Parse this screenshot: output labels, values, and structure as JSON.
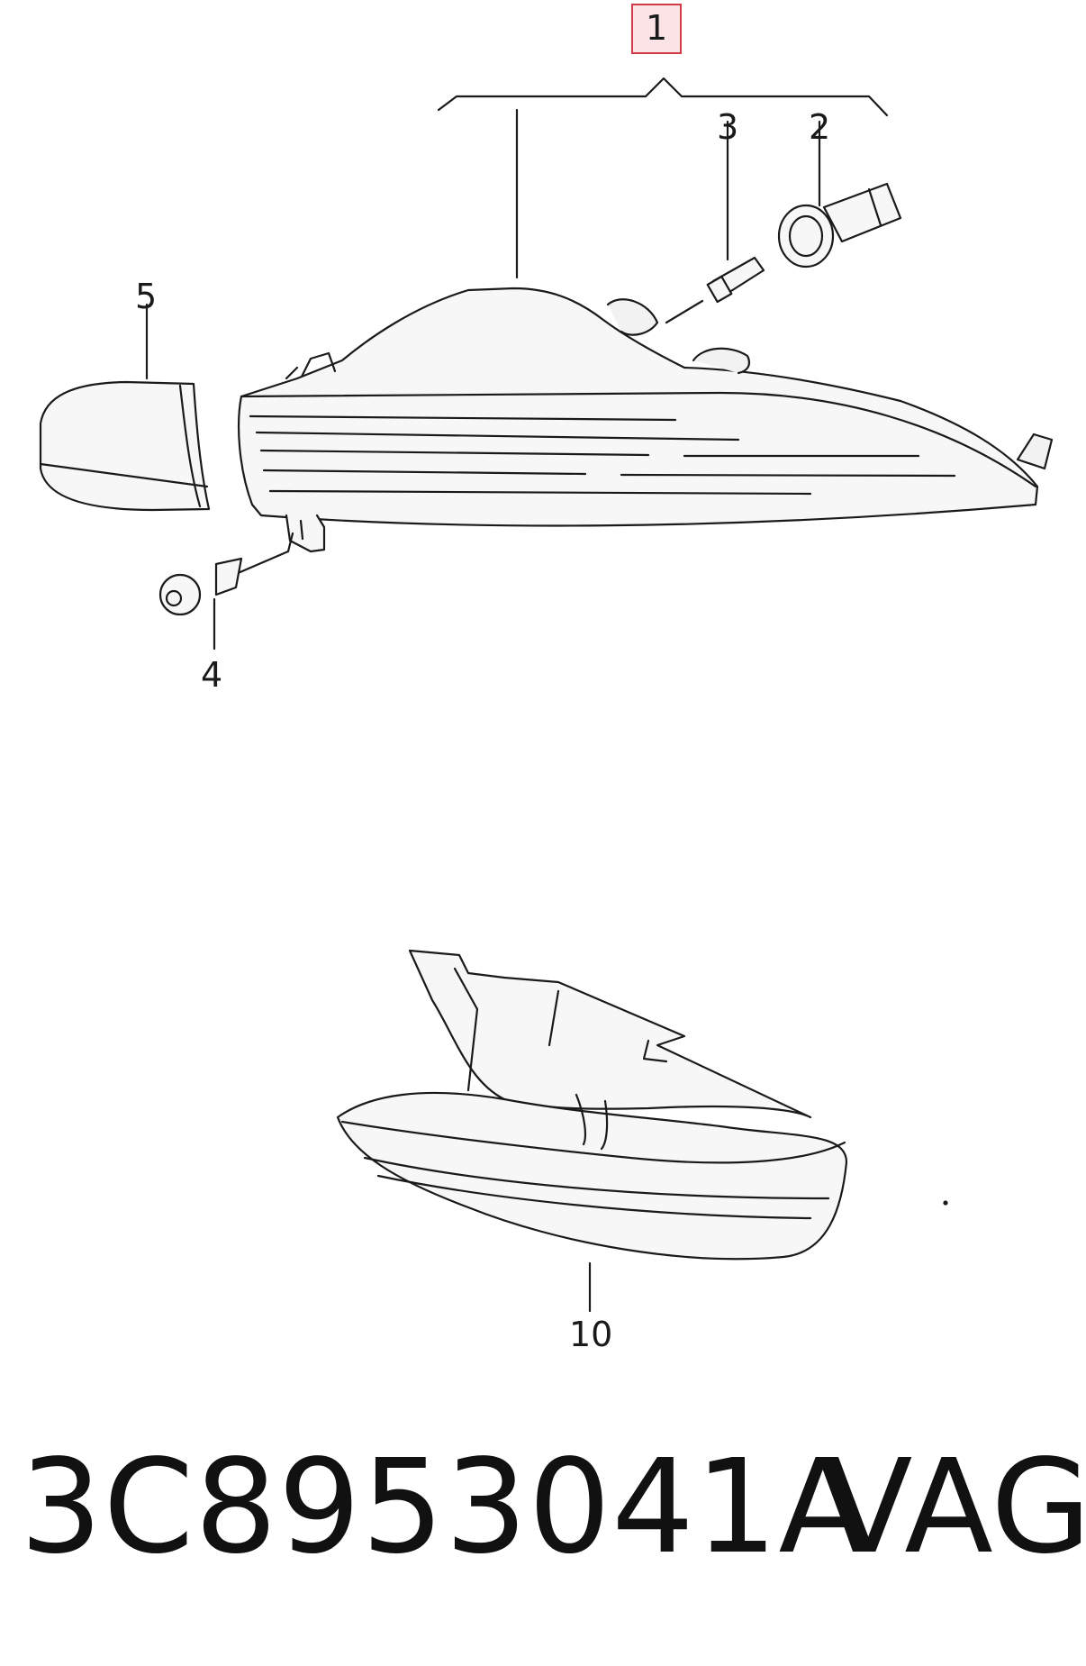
{
  "diagram": {
    "callouts": [
      {
        "id": "1",
        "label": "1",
        "highlighted": true
      },
      {
        "id": "2",
        "label": "2"
      },
      {
        "id": "3",
        "label": "3"
      },
      {
        "id": "4",
        "label": "4"
      },
      {
        "id": "5",
        "label": "5"
      },
      {
        "id": "10",
        "label": "10"
      }
    ],
    "highlight_color": "#d23a4a",
    "highlight_fill": "#fbe3e6",
    "line_color": "#1a1a1a"
  },
  "footer": {
    "part_number": "3C8953041A",
    "brand": "VAG"
  }
}
